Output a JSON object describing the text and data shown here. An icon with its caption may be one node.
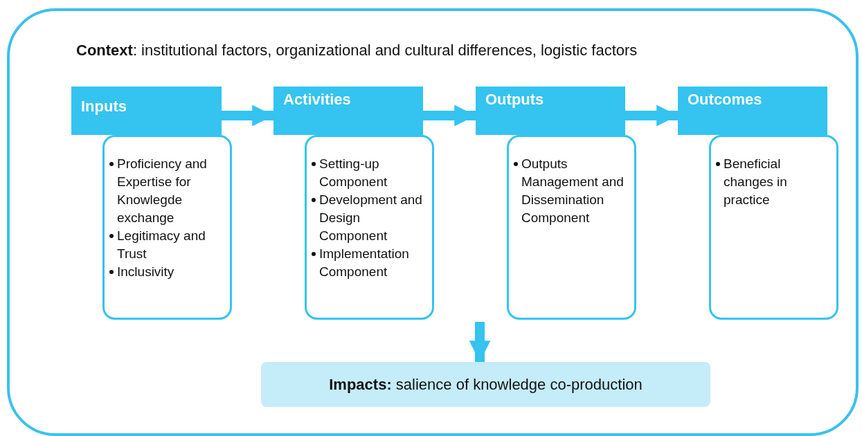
{
  "diagram": {
    "nodes": [
      {
        "text": [
          "**Context**: institutional factors, organizational and cultural differences, logistic factors"
        ]
      },
      {
        "text": [
          "Inputs"
        ],
        "in": 0
      },
      {
        "text": [
          "Proficiency and Expertise for Knowlegde exchange",
          "Legitimacy and Trust",
          "Inclusivity"
        ],
        "in": 0
      },
      {
        "text": [
          "Activities"
        ],
        "in": 0
      },
      {
        "text": [
          "Setting-up Component",
          "Development and Design Component",
          "Implementation Component"
        ],
        "in": 0
      },
      {
        "text": [
          "Outputs"
        ],
        "in": 0
      },
      {
        "text": [
          "Outputs Management and Dissemination Component"
        ],
        "in": 0
      },
      {
        "text": [
          "Outcomes"
        ],
        "in": 0
      },
      {
        "text": [
          "Beneficial changes in practice"
        ],
        "in": 0
      },
      {
        "text": [
          "**Impacts:** salience of knowledge co-production"
        ],
        "in": 0
      }
    ],
    "edges": [
      {
        "from": 1,
        "to": 3,
        "arrow": "to"
      },
      {
        "from": 3,
        "to": 5,
        "arrow": "to"
      },
      {
        "from": 5,
        "to": 7,
        "arrow": "to"
      },
      {
        "from": null,
        "to": 9,
        "arrow": "to"
      }
    ]
  }
}
